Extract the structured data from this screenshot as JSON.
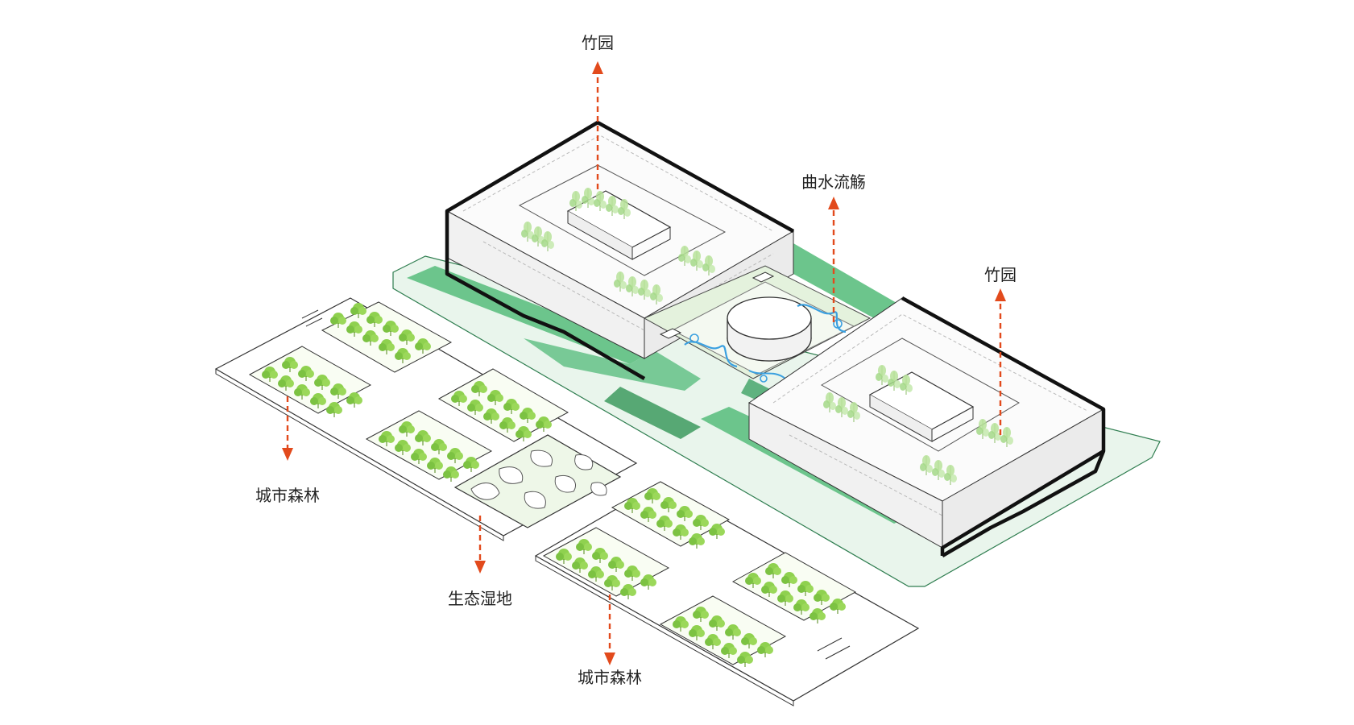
{
  "labels": {
    "bamboo_garden_top": "竹园",
    "winding_water": "曲水流觞",
    "bamboo_garden_right": "竹园",
    "urban_forest_left": "城市森林",
    "eco_wetland": "生态湿地",
    "urban_forest_bottom": "城市森林"
  },
  "colors": {
    "arrow": "#e24a1c",
    "lawn_green": "#6cc58c",
    "tree_green": "#8fd14f",
    "water_blue": "#3aa0e0",
    "outline": "#111111"
  }
}
